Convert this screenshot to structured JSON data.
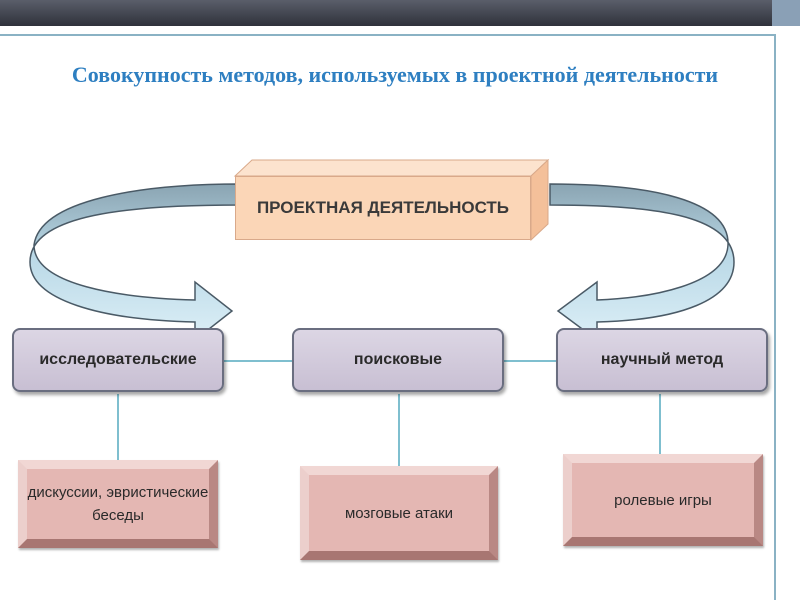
{
  "title": "Совокупность методов, используемых в проектной деятельности",
  "center": {
    "label": "ПРОЕКТНАЯ ДЕЯТЕЛЬНОСТЬ"
  },
  "methods": [
    {
      "label": "исследовательские"
    },
    {
      "label": "поисковые"
    },
    {
      "label": "научный метод"
    }
  ],
  "examples": [
    {
      "label": "дискуссии, эвристические беседы"
    },
    {
      "label": "мозговые атаки"
    },
    {
      "label": "ролевые игры"
    }
  ],
  "colors": {
    "title": "#2e7fc1",
    "center_fill": "#fbd6b7",
    "method_fill": "#d4cddd",
    "example_fill": "#e4b7b3",
    "arrow_fill": "#c7e3f0",
    "connector": "#7fbfcf"
  }
}
